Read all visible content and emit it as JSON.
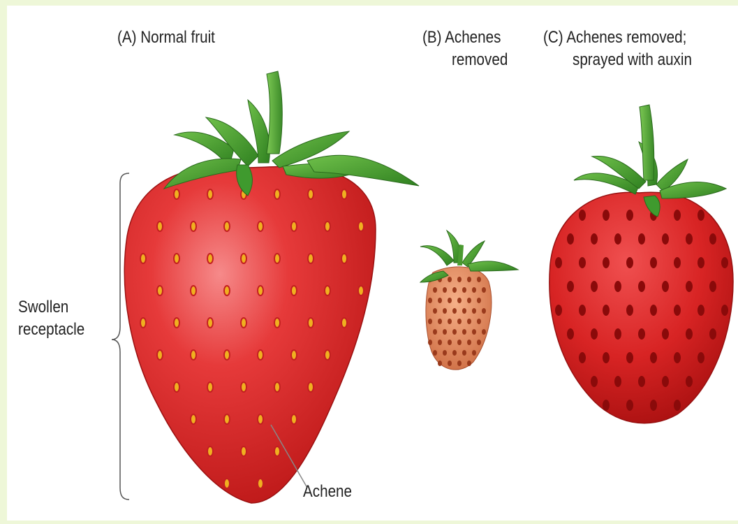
{
  "panels": {
    "a": {
      "label": "(A)  Normal fruit"
    },
    "b": {
      "label_line1": "(B)  Achenes",
      "label_line2": "removed"
    },
    "c": {
      "label_line1": "(C)  Achenes removed;",
      "label_line2": "sprayed with auxin"
    }
  },
  "annotations": {
    "receptacle_line1": "Swollen",
    "receptacle_line2": "receptacle",
    "achene": "Achene"
  },
  "colors": {
    "normal_red": "#e32a2a",
    "dark_red": "#b81414",
    "pale_fruit": "#e08a60",
    "achene_yellow": "#f0b020",
    "leaf_green": "#3f9a2e",
    "stem_green": "#5aa63a",
    "background": "#eef7d8"
  }
}
